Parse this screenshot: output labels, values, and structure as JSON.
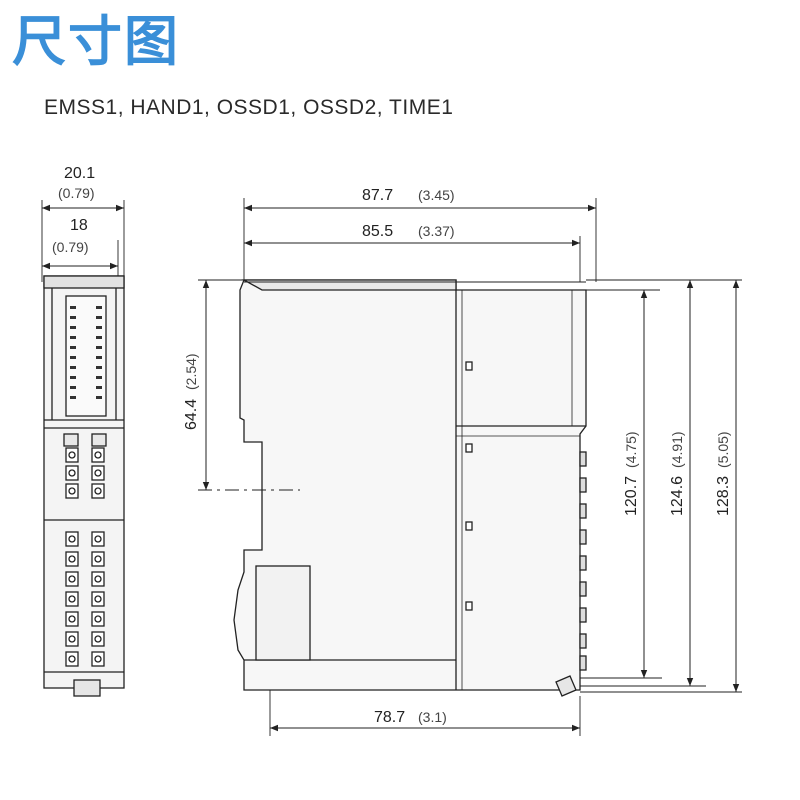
{
  "page": {
    "title": "尺寸图",
    "subtitle": "EMSS1, HAND1, OSSD1, OSSD2, TIME1"
  },
  "dimensions": {
    "front_width_total": {
      "value": "20.1",
      "inch": "(0.79)"
    },
    "front_width_body": {
      "value": "18",
      "inch": "(0.79)"
    },
    "side_depth_total": {
      "value": "87.7",
      "inch": "(3.45)"
    },
    "side_depth_body": {
      "value": "85.5",
      "inch": "(3.37)"
    },
    "rail_height": {
      "value": "64.4",
      "inch": "(2.54)"
    },
    "height_body": {
      "value": "120.7",
      "inch": "(4.75)"
    },
    "height_mid": {
      "value": "124.6",
      "inch": "(4.91)"
    },
    "height_total": {
      "value": "128.3",
      "inch": "(5.05)"
    },
    "bottom_depth": {
      "value": "78.7",
      "inch": "(3.1)"
    }
  },
  "colors": {
    "title": "#3a8fd8",
    "line": "#222222",
    "fill_light": "#f2f2f2"
  }
}
